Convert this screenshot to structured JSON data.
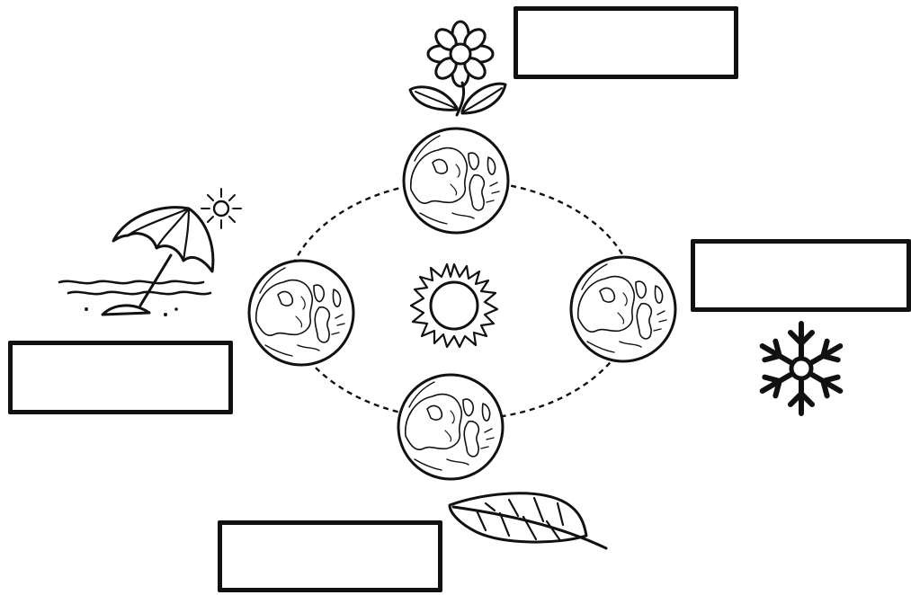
{
  "diagram": {
    "orbit": {
      "style": "dashed-ellipse",
      "stroke": "#111111"
    },
    "center": {
      "icon": "sun-icon"
    },
    "earth_positions": [
      {
        "position": "top",
        "icon": "earth-globe-icon",
        "season_icon": "flower-icon"
      },
      {
        "position": "right",
        "icon": "earth-globe-icon",
        "season_icon": "snowflake-icon"
      },
      {
        "position": "bottom",
        "icon": "earth-globe-icon",
        "season_icon": "leaf-icon"
      },
      {
        "position": "left",
        "icon": "earth-globe-icon",
        "season_icon": "beach-umbrella-icon"
      }
    ],
    "label_boxes": {
      "top": "",
      "right": "",
      "bottom": "",
      "left": ""
    }
  },
  "colors": {
    "ink": "#111111",
    "background": "#ffffff"
  }
}
